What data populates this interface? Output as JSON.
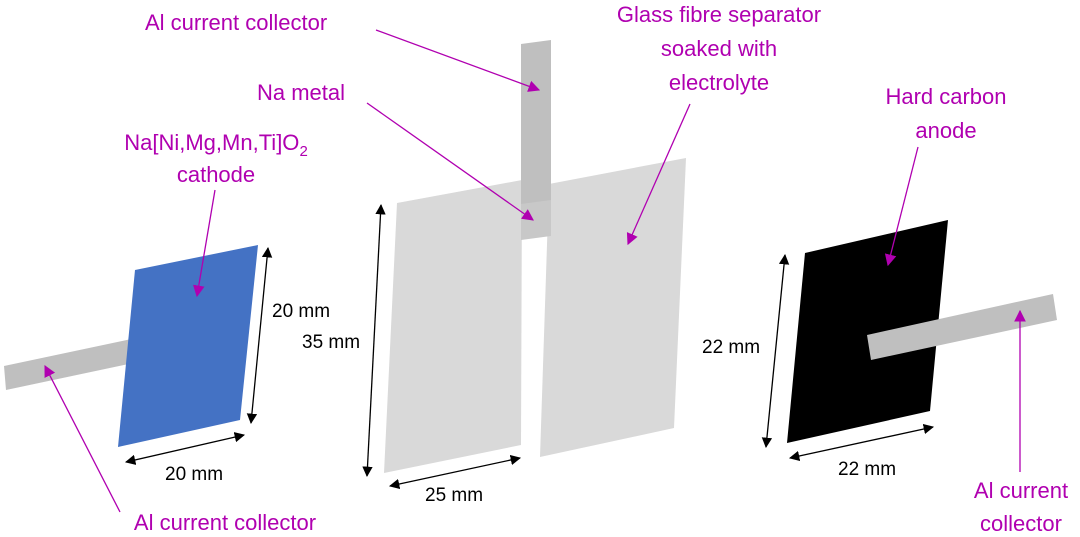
{
  "colors": {
    "label": "#b000b0",
    "current_collector": "#bfbfbf",
    "cathode": "#4472c4",
    "separator": "#d9d9d9",
    "anode": "#000000",
    "dimension": "#000000"
  },
  "labels": {
    "al_collector_top": "Al current collector",
    "separator_line1": "Glass fibre separator",
    "separator_line2": "soaked with",
    "separator_line3": "electrolyte",
    "na_metal": "Na metal",
    "hard_carbon_line1": "Hard carbon",
    "hard_carbon_line2": "anode",
    "cathode_prefix": "Na[Ni,Mg,Mn,Ti]O",
    "cathode_subscript": "2",
    "cathode_line2": "cathode",
    "al_collector_bottom_left": "Al current collector",
    "al_collector_bottom_right_line1": "Al current",
    "al_collector_bottom_right_line2": "collector"
  },
  "dimensions": {
    "cathode_height": "20 mm",
    "cathode_width": "20 mm",
    "separator_height": "35 mm",
    "separator_width": "25 mm",
    "anode_height": "22 mm",
    "anode_width": "22 mm"
  }
}
